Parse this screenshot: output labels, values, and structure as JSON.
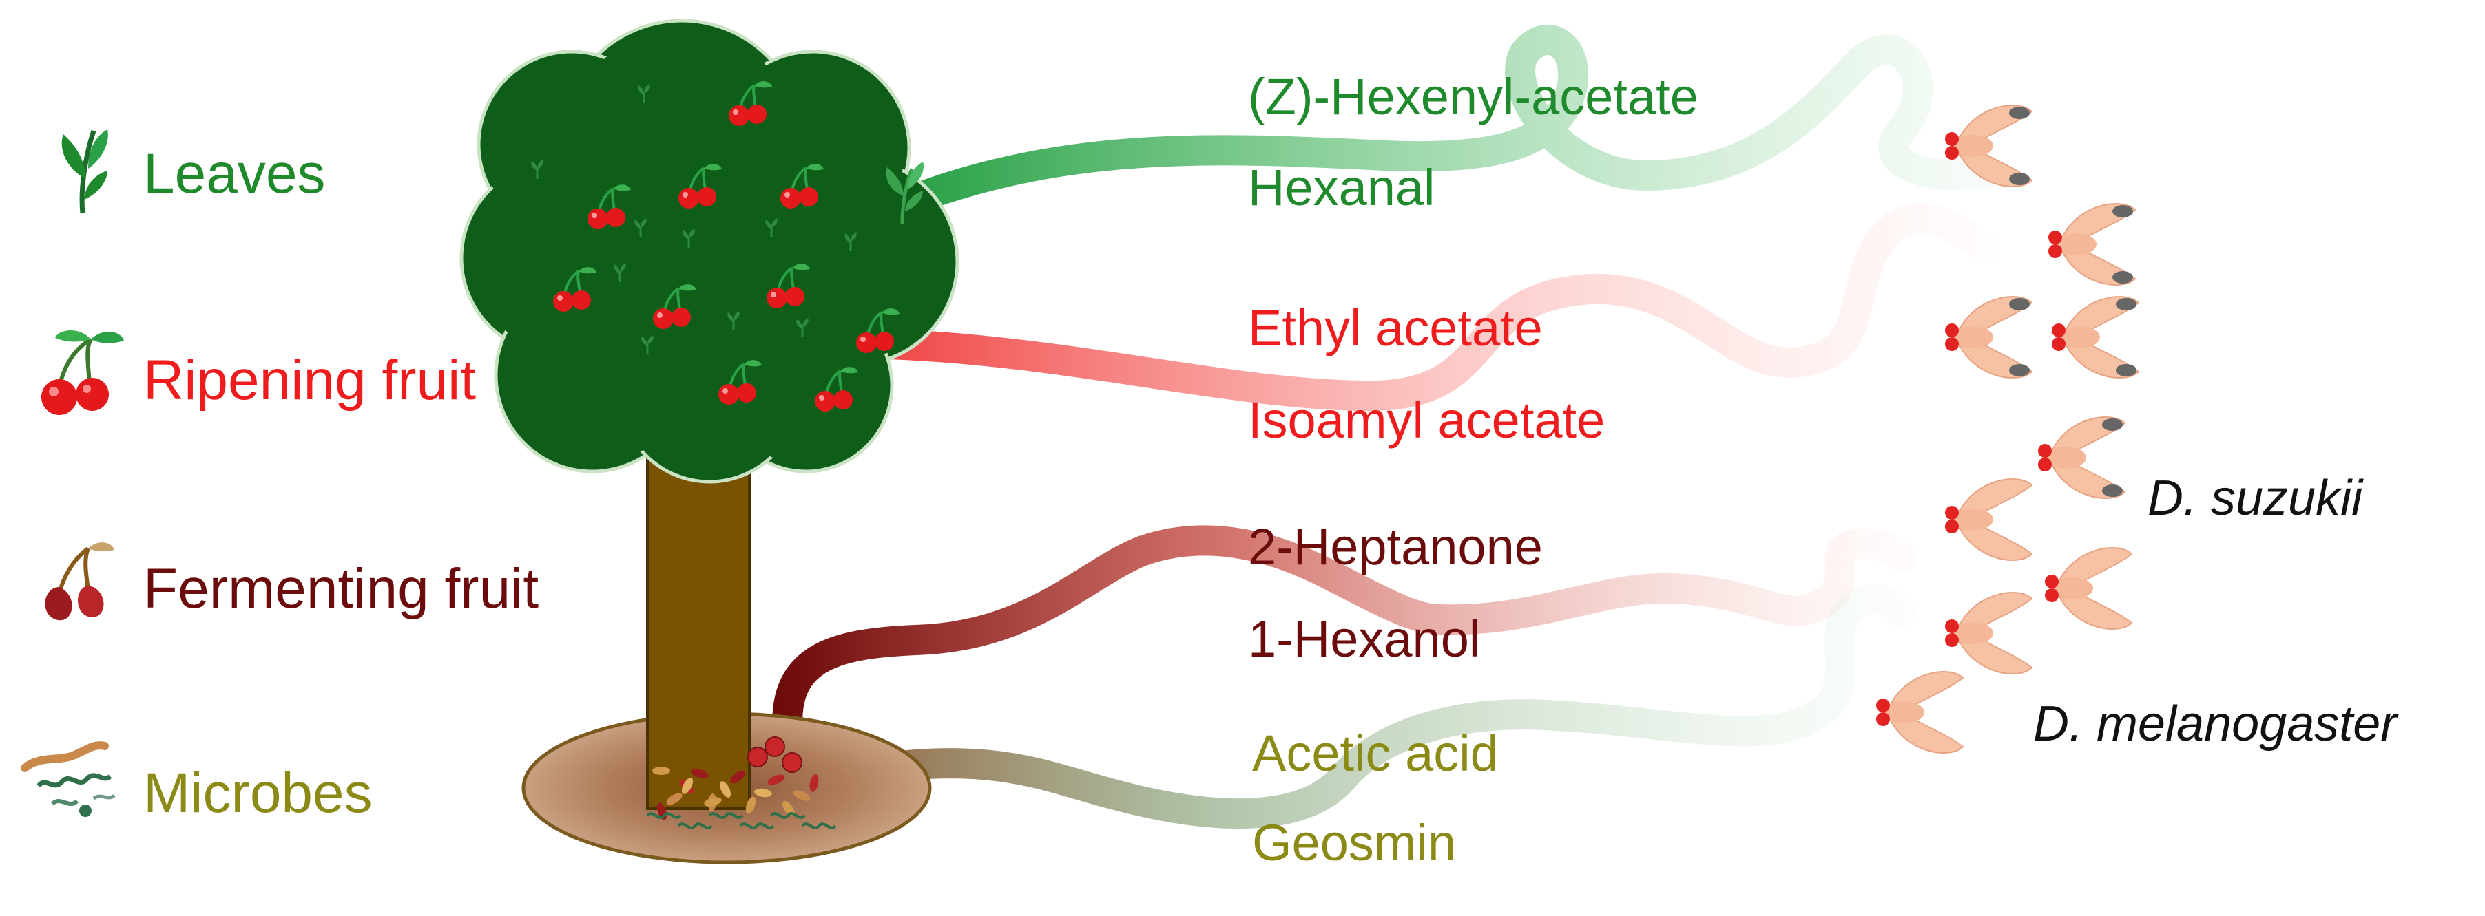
{
  "colors": {
    "leaves": "#1e8a2c",
    "ripening": "#ee1c1c",
    "fermenting": "#6b0b0b",
    "microbes": "#8b8a16",
    "canopy": "#0e5e19",
    "trunk": "#7a5300",
    "soil": "#b48362",
    "fly_body": "#f7c2a3",
    "fly_eye": "#e32222",
    "fly_wingspot": "#666666"
  },
  "sources": [
    {
      "label": "Leaves",
      "icon": "leaf-sprig-icon"
    },
    {
      "label": "Ripening fruit",
      "icon": "cherry-icon"
    },
    {
      "label": "Fermenting fruit",
      "icon": "rotten-cherry-icon"
    },
    {
      "label": "Microbes",
      "icon": "microbes-icon"
    }
  ],
  "compounds": [
    {
      "label": "(Z)-Hexenyl-acetate",
      "group": "leaves"
    },
    {
      "label": "Hexanal",
      "group": "leaves"
    },
    {
      "label": "Ethyl acetate",
      "group": "ripening"
    },
    {
      "label": "Isoamyl acetate",
      "group": "ripening"
    },
    {
      "label": "2-Heptanone",
      "group": "fermenting"
    },
    {
      "label": "1-Hexanol",
      "group": "fermenting"
    },
    {
      "label": "Acetic acid",
      "group": "microbes"
    },
    {
      "label": "Geosmin",
      "group": "microbes"
    }
  ],
  "species": [
    {
      "label": "D. suzukii"
    },
    {
      "label": "D. melanogaster"
    }
  ],
  "flies": [
    {
      "species": "D. suzukii",
      "wing_spots": true
    },
    {
      "species": "D. suzukii",
      "wing_spots": true
    },
    {
      "species": "D. suzukii",
      "wing_spots": true
    },
    {
      "species": "D. suzukii",
      "wing_spots": true
    },
    {
      "species": "D. suzukii",
      "wing_spots": true
    },
    {
      "species": "D. melanogaster",
      "wing_spots": false
    },
    {
      "species": "D. melanogaster",
      "wing_spots": false
    },
    {
      "species": "D. melanogaster",
      "wing_spots": false
    },
    {
      "species": "D. melanogaster",
      "wing_spots": false
    }
  ]
}
